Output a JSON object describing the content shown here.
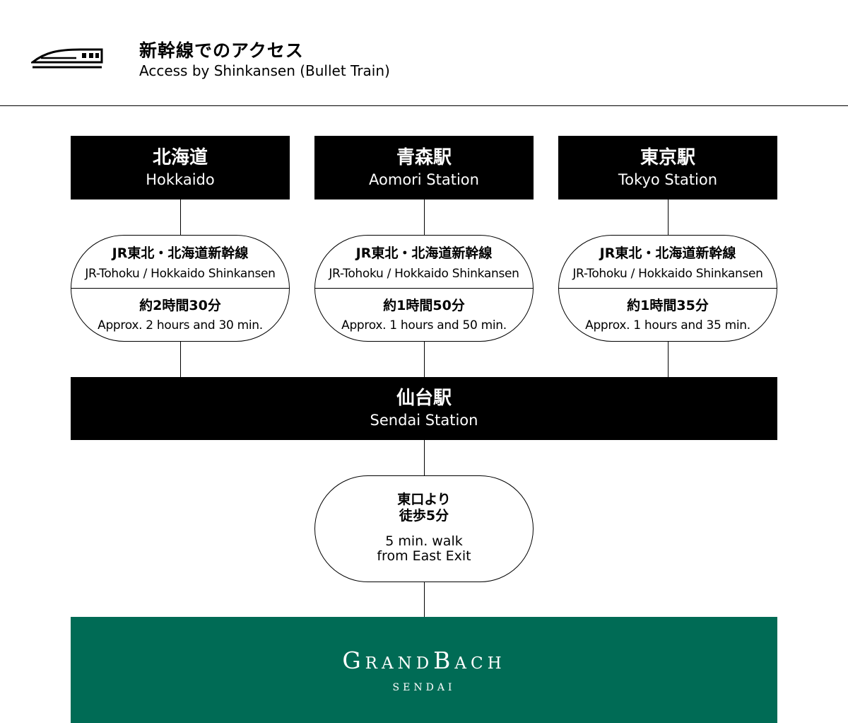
{
  "header": {
    "icon": "bullet-train-icon",
    "title_jp": "新幹線でのアクセス",
    "title_en": "Access by Shinkansen (Bullet Train)"
  },
  "origins": [
    {
      "name_jp": "北海道",
      "name_en": "Hokkaido",
      "line_jp": "JR東北・北海道新幹線",
      "line_en": "JR-Tohoku / Hokkaido Shinkansen",
      "time_jp": "約2時間30分",
      "time_en": "Approx. 2 hours and 30 min."
    },
    {
      "name_jp": "青森駅",
      "name_en": "Aomori Station",
      "line_jp": "JR東北・北海道新幹線",
      "line_en": "JR-Tohoku / Hokkaido Shinkansen",
      "time_jp": "約1時間50分",
      "time_en": "Approx. 1 hours and 50 min."
    },
    {
      "name_jp": "東京駅",
      "name_en": "Tokyo Station",
      "line_jp": "JR東北・北海道新幹線",
      "line_en": "JR-Tohoku / Hokkaido Shinkansen",
      "time_jp": "約1時間35分",
      "time_en": "Approx. 1 hours and 35 min."
    }
  ],
  "destination": {
    "name_jp": "仙台駅",
    "name_en": "Sendai Station"
  },
  "walk": {
    "line1_jp": "東口より",
    "line2_jp": "徒歩5分",
    "line1_en": "5 min. walk",
    "line2_en": "from East Exit"
  },
  "hotel": {
    "brand": "GrandBach",
    "sub": "SENDAI",
    "color": "#006b55"
  }
}
